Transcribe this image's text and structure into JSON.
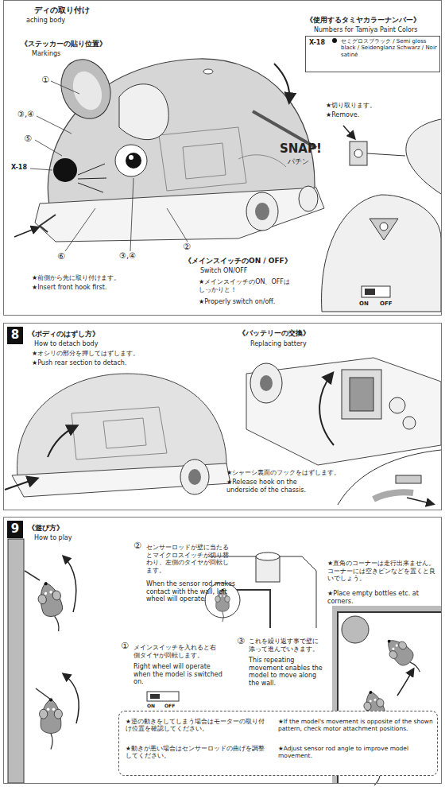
{
  "diagram": {
    "nodes": [
      {
        "text": [
          "ディの取り付け",
          "aching body"
        ]
      },
      {
        "text": [
          "《使用するタミヤカラーナンバー》",
          "Numbers for Tamiya Paint Colors",
          "X-18",
          "セミグロスブラック / Semi gloss black / Seidenglanz Schwarz / Noir satiné"
        ],
        "in": 0
      },
      {
        "text": [
          "《ボディのはずし方》",
          "How to detach body"
        ]
      },
      {
        "text": [
          "8"
        ],
        "in": 2
      },
      {
        "text": [
          "《遊び方》",
          "How to play"
        ]
      },
      {
        "text": [
          "9"
        ],
        "in": 4
      },
      {
        "text": [
          "★逆の動きをしてしまう場合はモーターの取り付け位置を確認してください。",
          "★動きが悪い場合はセンサーロッドの曲げを調整してください。",
          "★If the model's movement is opposite of the shown pattern, check motor attachment positions.",
          "★Adjust sensor rod angle to improve model movement."
        ],
        "in": 4
      }
    ],
    "labels": [
      "《ステッカーの貼り位置》",
      "Markings",
      "①",
      "③,④",
      "⑤",
      "X-18",
      "⑥",
      "③,④",
      "②",
      "★前側から先に取り付けます。",
      "★Insert front hook first.",
      "SNAP!",
      "パチン",
      "★切り取ります。",
      "★Remove.",
      "《メインスイッチのON / OFF》",
      "Switch ON/OFF",
      "★メインスイッチのON、OFFはしっかりと！",
      "★Properly switch on/off.",
      "ON",
      "OFF",
      "★オシリの部分を押してはずします。",
      "★Push rear section to detach.",
      "《バッテリーの交換》",
      "Replacing battery",
      "★シャーシ裏面のフックをはずします。",
      "★Release hook on the underside of the chassis.",
      "②",
      "センサーロッドが壁に当たるとマイクロスイッチが切り替わり、左側のタイヤが回転します。",
      "When the sensor rod makes contact with the wall, left wheel will operate.",
      "①",
      "メインスイッチを入れると右側タイヤが回転します。",
      "Right wheel will operate when the model is switched on.",
      "ON",
      "OFF",
      "③",
      "これを繰り返す事で壁に添って進んでいきます。",
      "This repeating movement enables the model to move along the wall.",
      "★直角のコーナーは走行出来ません。コーナーには空きビンなどを置くと良いでしょう。",
      "★Place empty bottles etc. at corners."
    ]
  }
}
